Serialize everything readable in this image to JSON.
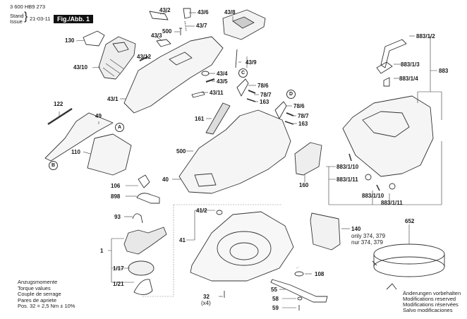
{
  "header": {
    "doc_number": "3 600 HB9 273",
    "stand_label": "Stand",
    "issue_label": "Issue",
    "date": "21-03-11",
    "figure_label": "Fig./Abb. 1"
  },
  "callouts": {
    "c130": "130",
    "c43_10": "43/10",
    "c43_2": "43/2",
    "c43_6": "43/6",
    "c43_7": "43/7",
    "c500a": "500",
    "c43_3": "43/3",
    "c43_12": "43/12",
    "c43_8": "43/8",
    "c43_9": "43/9",
    "c43_4": "43/4",
    "c43_5": "43/5",
    "c43_1": "43/1",
    "c43_11": "43/11",
    "c78_6a": "78/6",
    "c78_7a": "78/7",
    "c163a": "163",
    "c78_6b": "78/6",
    "c78_7b": "78/7",
    "c163b": "163",
    "c161": "161",
    "c122": "122",
    "c49": "49",
    "c110": "110",
    "c500b": "500",
    "c40": "40",
    "c160": "160",
    "c106": "106",
    "c898": "898",
    "c93": "93",
    "c1": "1",
    "c1_17": "1/17",
    "c1_21": "1/21",
    "c41_2": "41/2",
    "c41": "41",
    "c32": "32",
    "c32_qty": "(x4)",
    "c108": "108",
    "c55": "55",
    "c58": "58",
    "c59": "59",
    "c140": "140",
    "c140_note1": "only 374, 379",
    "c140_note2": "nur 374, 379",
    "c652": "652",
    "c883_1_2": "883/1/2",
    "c883_1_3": "883/1/3",
    "c883_1_4": "883/1/4",
    "c883": "883",
    "c883_1_10a": "883/1/10",
    "c883_1_11a": "883/1/11",
    "c883_1_10b": "883/1/10",
    "c883_1_11b": "883/1/11"
  },
  "markers": {
    "A": "A",
    "B": "B",
    "C": "C",
    "D": "D"
  },
  "torque_note": [
    "Anzugsmomente",
    "Torque values",
    "Couple de serrage",
    "Pares de apriete",
    "Pos. 32 = 2,5 Nm ± 10%"
  ],
  "modifications_note": [
    "Änderungen vorbehalten",
    "Modifications reserved",
    "Modifications réservées",
    "Salvo modificaciones"
  ]
}
